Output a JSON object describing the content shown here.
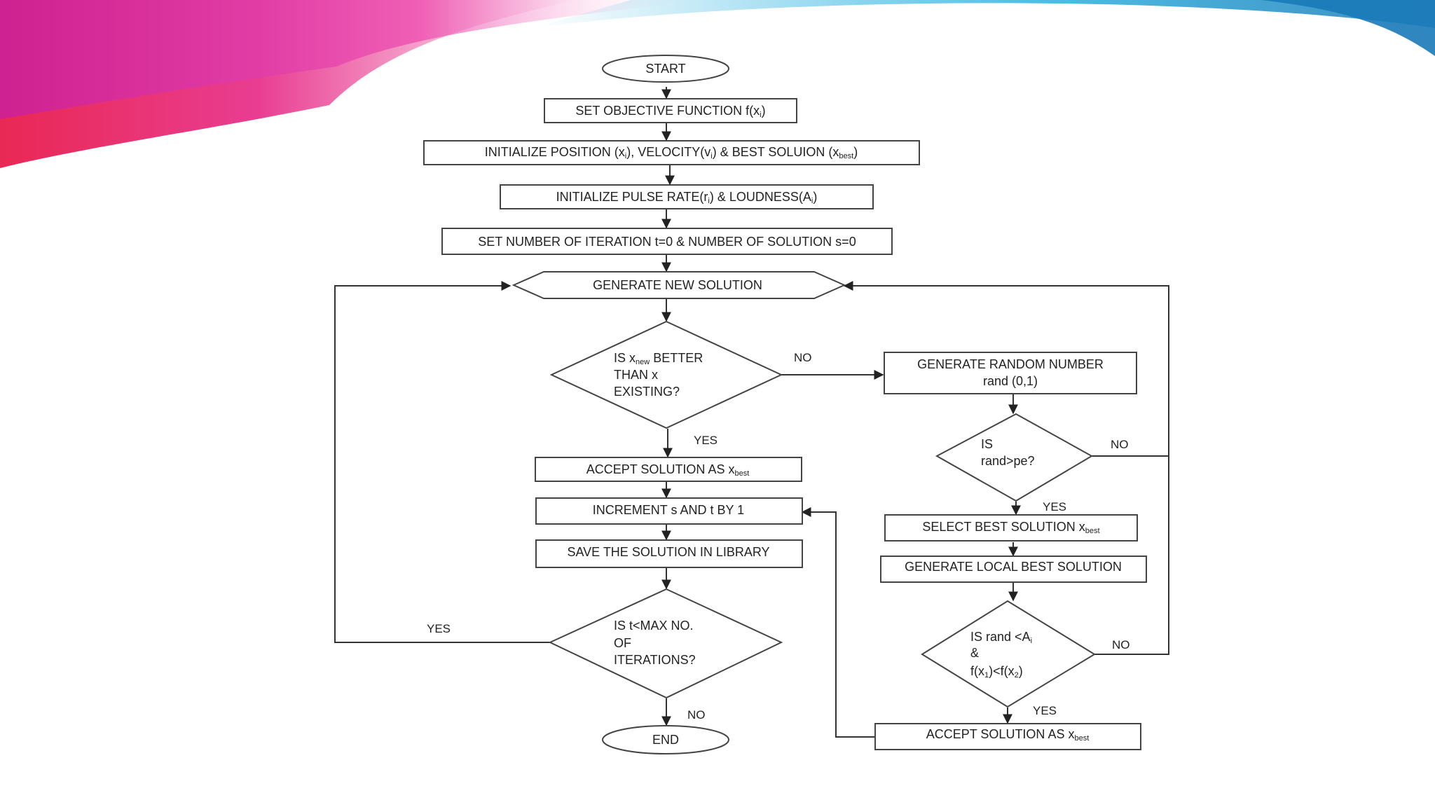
{
  "colors": {
    "accent_magenta": "#e8338c",
    "accent_red": "#e81d4b",
    "accent_cyan": "#2fb3e0",
    "accent_blue": "#1a7ab8"
  },
  "flowchart": {
    "start": "START",
    "set_objective": {
      "text": "SET OBJECTIVE FUNCTION f(x",
      "sub": "i",
      "tail": ")"
    },
    "init_position": {
      "p1": "INITIALIZE POSITION (x",
      "s1": "i",
      "p2": "), VELOCITY(v",
      "s2": "i",
      "p3": ") & BEST SOLUION (x",
      "s3": "best",
      "p4": ")"
    },
    "init_pulse": {
      "p1": "INITIALIZE PULSE RATE(r",
      "s1": "i",
      "p2": ") & LOUDNESS(A",
      "s2": "i",
      "p3": ")"
    },
    "set_iteration": "SET NUMBER OF ITERATION t=0 & NUMBER OF SOLUTION s=0",
    "generate_new": "GENERATE NEW SOLUTION",
    "decision_better": {
      "l1a": "IS x",
      "l1s": "new",
      "l1b": " BETTER",
      "l2": "THAN x",
      "l3": "EXISTING?"
    },
    "accept_best": {
      "text": "ACCEPT SOLUTION AS x",
      "sub": "best"
    },
    "increment": "INCREMENT s AND t BY 1",
    "save_library": "SAVE THE SOLUTION IN LIBRARY",
    "decision_max": {
      "l1": "IS t<MAX NO.",
      "l2": "OF",
      "l3": "ITERATIONS?"
    },
    "end": "END",
    "generate_random": {
      "l1": "GENERATE RANDOM NUMBER",
      "l2": "rand (0,1)"
    },
    "decision_rand": {
      "l1": "IS",
      "l2": "rand>pe?"
    },
    "select_best": {
      "text": "SELECT BEST SOLUTION x",
      "sub": "best"
    },
    "generate_local": "GENERATE LOCAL BEST SOLUTION",
    "decision_loud": {
      "l1a": "IS rand <A",
      "l1s": "i",
      "l2": "&",
      "l3a": "f(x",
      "l3s1": "1",
      "l3b": ")<f(x",
      "l3s2": "2",
      "l3c": ")"
    },
    "accept_final": {
      "text": "ACCEPT SOLUTION AS x",
      "sub": "best"
    },
    "labels": {
      "no_better": "NO",
      "yes_better": "YES",
      "no_rand": "NO",
      "yes_rand": "YES",
      "no_loud": "NO",
      "yes_loud": "YES",
      "yes_max": "YES",
      "no_max": "NO"
    }
  }
}
